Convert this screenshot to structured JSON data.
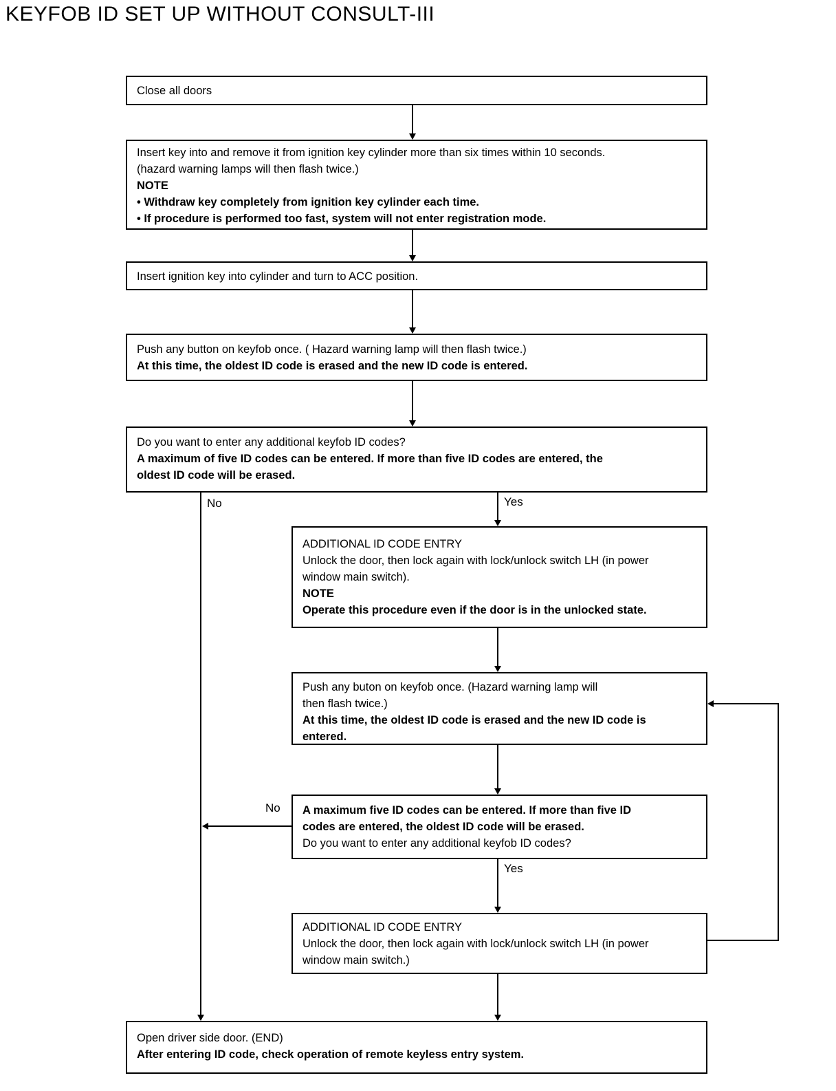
{
  "title": "KEYFOB ID SET UP WITHOUT CONSULT-III",
  "flowchart": {
    "colors": {
      "background": "#ffffff",
      "line": "#000000",
      "text": "#000000"
    },
    "branch_labels": {
      "decision1_no": "No",
      "decision1_yes": "Yes",
      "decision2_no": "No",
      "decision2_yes": "Yes"
    },
    "nodes": {
      "close_doors": {
        "lines": [
          {
            "text": "Close all doors",
            "bold": false
          }
        ]
      },
      "insert_remove_key": {
        "lines": [
          {
            "text": "Insert key into and remove it from ignition key cylinder more than six times within 10 seconds.",
            "bold": false
          },
          {
            "text": "(hazard warning lamps will then flash twice.)",
            "bold": false
          },
          {
            "text": "NOTE",
            "bold": true
          },
          {
            "text": "• Withdraw key completely from ignition key cylinder each time.",
            "bold": true
          },
          {
            "text": "• If procedure is performed too fast, system will not enter registration mode.",
            "bold": true
          }
        ]
      },
      "turn_to_acc": {
        "lines": [
          {
            "text": "Insert ignition key into cylinder and turn to ACC position.",
            "bold": false
          }
        ]
      },
      "push_button": {
        "lines": [
          {
            "text": "Push any button on keyfob once. ( Hazard warning lamp will then flash twice.)",
            "bold": false
          },
          {
            "text": "At this time, the oldest ID code is erased and the new ID code is entered.",
            "bold": true
          }
        ]
      },
      "decision_additional_codes": {
        "lines": [
          {
            "text": "Do you want to enter any additional keyfob ID codes?",
            "bold": false
          },
          {
            "text": "A maximum of five ID codes can be entered. If more than five ID codes are entered, the",
            "bold": true
          },
          {
            "text": "oldest ID code will be erased.",
            "bold": true
          }
        ]
      },
      "additional_entry_1": {
        "lines": [
          {
            "text": "ADDITIONAL ID CODE ENTRY",
            "bold": false
          },
          {
            "text": "Unlock the door, then lock again with lock/unlock switch LH (in power",
            "bold": false
          },
          {
            "text": "window main switch).",
            "bold": false
          },
          {
            "text": "NOTE",
            "bold": true
          },
          {
            "text": "Operate this procedure even if the door is in the unlocked state.",
            "bold": true
          }
        ]
      },
      "push_button_2": {
        "lines": [
          {
            "text": "Push any buton on keyfob once. (Hazard warning lamp will",
            "bold": false
          },
          {
            "text": "then flash twice.)",
            "bold": false
          },
          {
            "text": "At this time, the oldest ID code is erased and the new ID code is",
            "bold": true
          },
          {
            "text": "entered.",
            "bold": true
          }
        ]
      },
      "decision_max_codes": {
        "lines": [
          {
            "text": "A maximum five ID codes can be entered. If more than five ID",
            "bold": true
          },
          {
            "text": "codes are entered, the oldest ID code will be erased.",
            "bold": true
          },
          {
            "text": "Do you want to enter any additional keyfob ID codes?",
            "bold": false
          }
        ]
      },
      "additional_entry_2": {
        "lines": [
          {
            "text": "ADDITIONAL ID CODE ENTRY",
            "bold": false
          },
          {
            "text": "Unlock the door, then lock again with lock/unlock switch LH (in power",
            "bold": false
          },
          {
            "text": "window main switch.)",
            "bold": false
          }
        ]
      },
      "end_open_door": {
        "lines": [
          {
            "text": "Open driver side door. (END)",
            "bold": false
          },
          {
            "text": "After entering ID code, check operation of remote keyless entry system.",
            "bold": true
          }
        ]
      }
    }
  }
}
